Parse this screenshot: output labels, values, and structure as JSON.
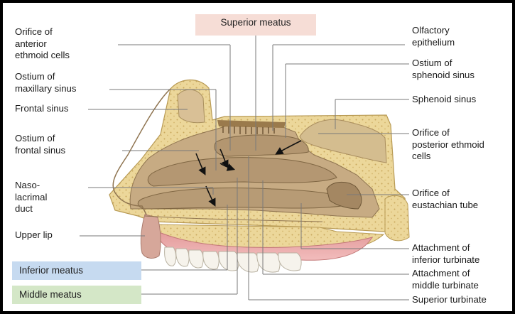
{
  "labels_left": {
    "orifice_anterior_ethmoid": "Orifice of\nanterior\nethmoid cells",
    "ostium_maxillary": "Ostium of\nmaxillary sinus",
    "frontal_sinus": "Frontal sinus",
    "ostium_frontal": "Ostium of\nfrontal sinus",
    "nasolacrimal_duct": "Naso-\nlacrimal\nduct",
    "upper_lip": "Upper lip"
  },
  "labels_right": {
    "olfactory_epithelium": "Olfactory\nepithelium",
    "ostium_sphenoid": "Ostium of\nsphenoid sinus",
    "sphenoid_sinus": "Sphenoid sinus",
    "orifice_posterior_ethmoid": "Orifice of\nposterior ethmoid\ncells",
    "orifice_eustachian": "Orifice of\neustachian tube",
    "attachment_inferior_turbinate": "Attachment of\ninferior turbinate",
    "attachment_middle_turbinate": "Attachment of\nmiddle turbinate",
    "superior_turbinate": "Superior turbinate"
  },
  "boxes": {
    "superior_meatus": "Superior meatus",
    "inferior_meatus": "Inferior meatus",
    "middle_meatus": "Middle meatus"
  },
  "colors": {
    "bone": "#e8d493",
    "mucosa": "#c4a77f",
    "turbinate": "#b99d76",
    "palate": "#e7a6a6",
    "teeth": "#f6f3ec",
    "lip": "#d6a79a",
    "superior_box": "#f6ddd6",
    "inferior_box": "#c6daf0",
    "middle_box": "#d4e7c7"
  }
}
